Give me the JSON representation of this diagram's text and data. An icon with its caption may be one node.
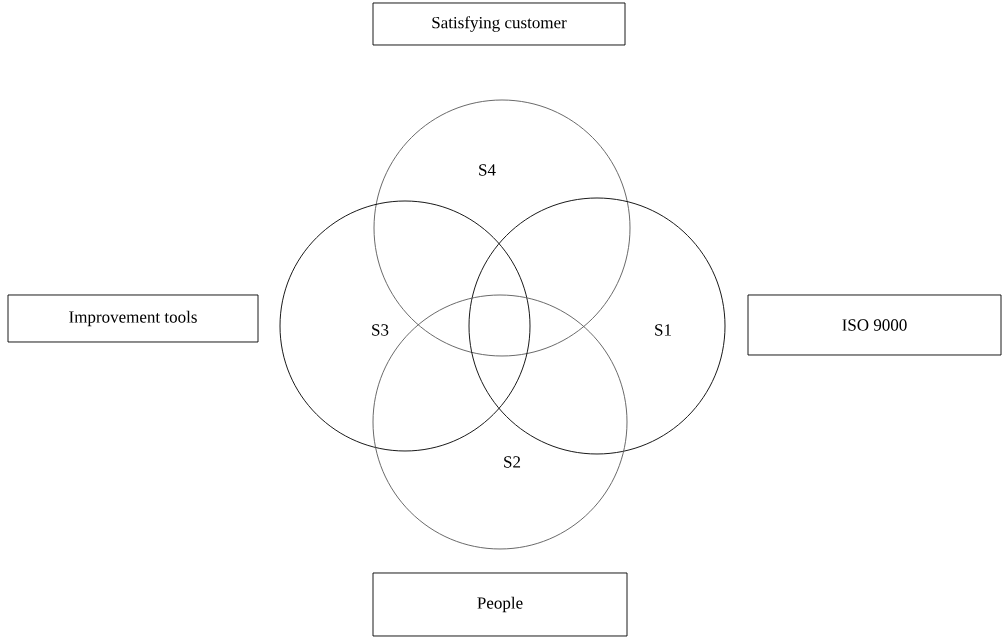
{
  "diagram": {
    "nodes": [
      {
        "text": [
          "Satisfying customer"
        ]
      },
      {
        "text": [
          "S4"
        ]
      },
      {
        "text": [
          "Improvement tools"
        ]
      },
      {
        "text": [
          "S3"
        ]
      },
      {
        "text": [
          "S1"
        ]
      },
      {
        "text": [
          "ISO 9000"
        ]
      },
      {
        "text": [
          "S2"
        ]
      },
      {
        "text": [
          "People"
        ]
      }
    ]
  }
}
